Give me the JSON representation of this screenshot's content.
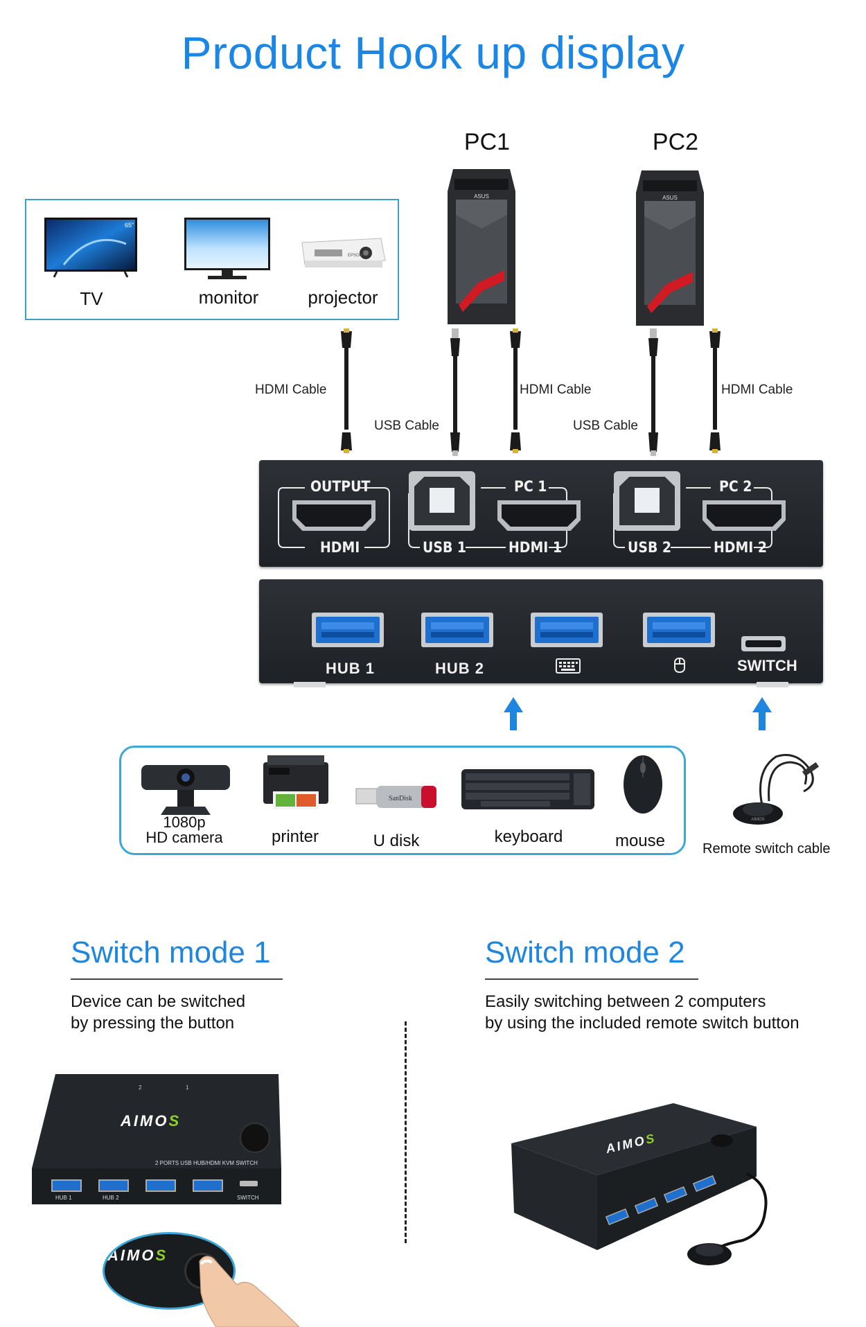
{
  "title": "Product Hook up display",
  "pcs": [
    {
      "label": "PC1"
    },
    {
      "label": "PC2"
    }
  ],
  "output_devices": [
    {
      "label": "TV",
      "icon": "tv-icon"
    },
    {
      "label": "monitor",
      "icon": "monitor-icon"
    },
    {
      "label": "projector",
      "icon": "projector-icon"
    }
  ],
  "tv_badge": "65\"",
  "pc_brand": "ASUS",
  "projector_brand": "EPSON",
  "cables": {
    "output_hdmi": "HDMI Cable",
    "pc1_usb": "USB Cable",
    "pc1_hdmi": "HDMI Cable",
    "pc2_usb": "USB Cable",
    "pc2_hdmi": "HDMI Cable"
  },
  "kvm_back": {
    "output_label": "OUTPUT",
    "output_port": "HDMI",
    "pc1_label": "PC 1",
    "pc1_usb": "USB 1",
    "pc1_hdmi": "HDMI 1",
    "pc2_label": "PC 2",
    "pc2_usb": "USB 2",
    "pc2_hdmi": "HDMI 2"
  },
  "kvm_front": {
    "hub1": "HUB 1",
    "hub2": "HUB 2",
    "switch": "SWITCH",
    "keyboard_icon": "keyboard-icon",
    "mouse_icon": "mouse-icon"
  },
  "peripherals": [
    {
      "label_line1": "1080p",
      "label_line2": "HD camera",
      "icon": "camera-icon"
    },
    {
      "label": "printer",
      "icon": "printer-icon"
    },
    {
      "label": "U disk",
      "icon": "usb-disk-icon"
    },
    {
      "label": "keyboard",
      "icon": "keyboard-icon"
    },
    {
      "label": "mouse",
      "icon": "mouse-icon"
    }
  ],
  "udisk_brand": "SanDisk",
  "remote": {
    "label": "Remote switch cable",
    "brand": "AIMOS"
  },
  "mode1": {
    "title": "Switch mode 1",
    "desc_line1": "Device can be switched",
    "desc_line2": "by pressing the button"
  },
  "mode2": {
    "title": "Switch mode 2",
    "desc_line1": "Easily switching between 2 computers",
    "desc_line2": "by using the included remote switch button"
  },
  "product": {
    "brand_a": "AIMO",
    "brand_b": "S",
    "subtitle": "2 PORTS USB HUB/HDMI KVM SWITCH",
    "led1": "1",
    "led2": "2",
    "hub1": "HUB 1",
    "hub2": "HUB 2",
    "switch": "SWITCH"
  },
  "colors": {
    "accent": "#1f86e0",
    "border": "#3aa7d8",
    "device": "#23272b",
    "usb_blue": "#1f6fcf",
    "logo_green": "#8ed12a"
  }
}
